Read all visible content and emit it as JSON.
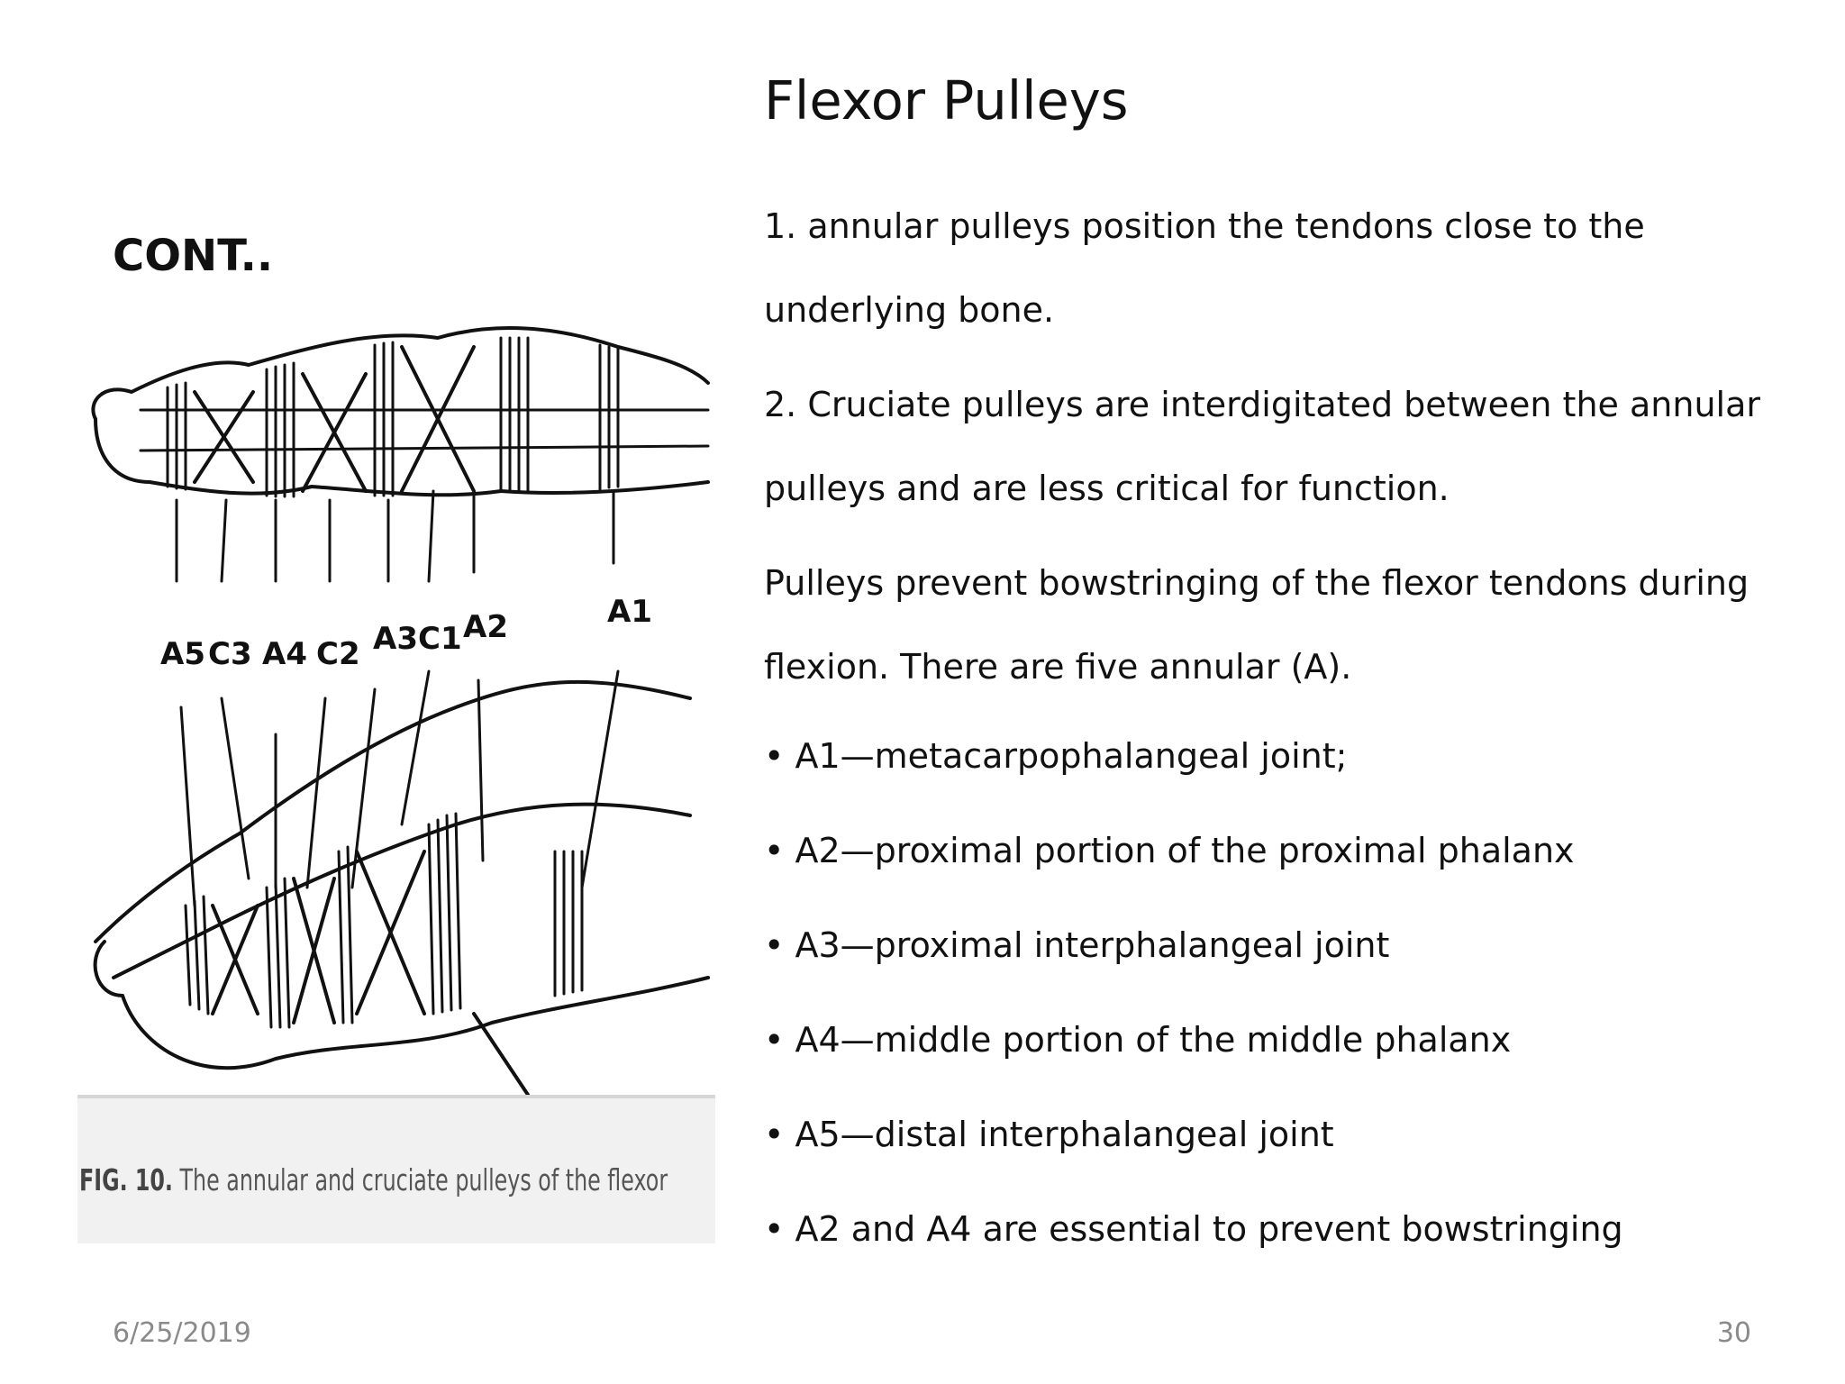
{
  "slide": {
    "title": "Flexor Pulleys",
    "subtitle": "CONT..",
    "paragraphs": [
      "1. annular pulleys position the tendons close to the",
      "underlying bone.",
      "2. Cruciate pulleys are interdigitated between the annular",
      "pulleys and are less critical for function.",
      "Pulleys prevent bowstringing of the flexor tendons during",
      "flexion. There are five annular (A)."
    ],
    "bullets": [
      "• A1—metacarpophalangeal joint;",
      "• A2—proximal portion of the proximal phalanx",
      "• A3—proximal interphalangeal joint",
      "• A4—middle portion of the middle phalanx",
      "• A5—distal interphalangeal joint",
      "• A2 and A4 are essential to prevent bowstringing"
    ],
    "footer": {
      "date": "6/25/2019",
      "page": "30"
    }
  },
  "figure": {
    "labels": [
      "A5",
      "C3",
      "A4",
      "C2",
      "A3",
      "C1",
      "A2",
      "A1"
    ],
    "caption_number": "FIG. 10.",
    "caption_text": " The annular and cruciate pulleys of the flexor"
  }
}
